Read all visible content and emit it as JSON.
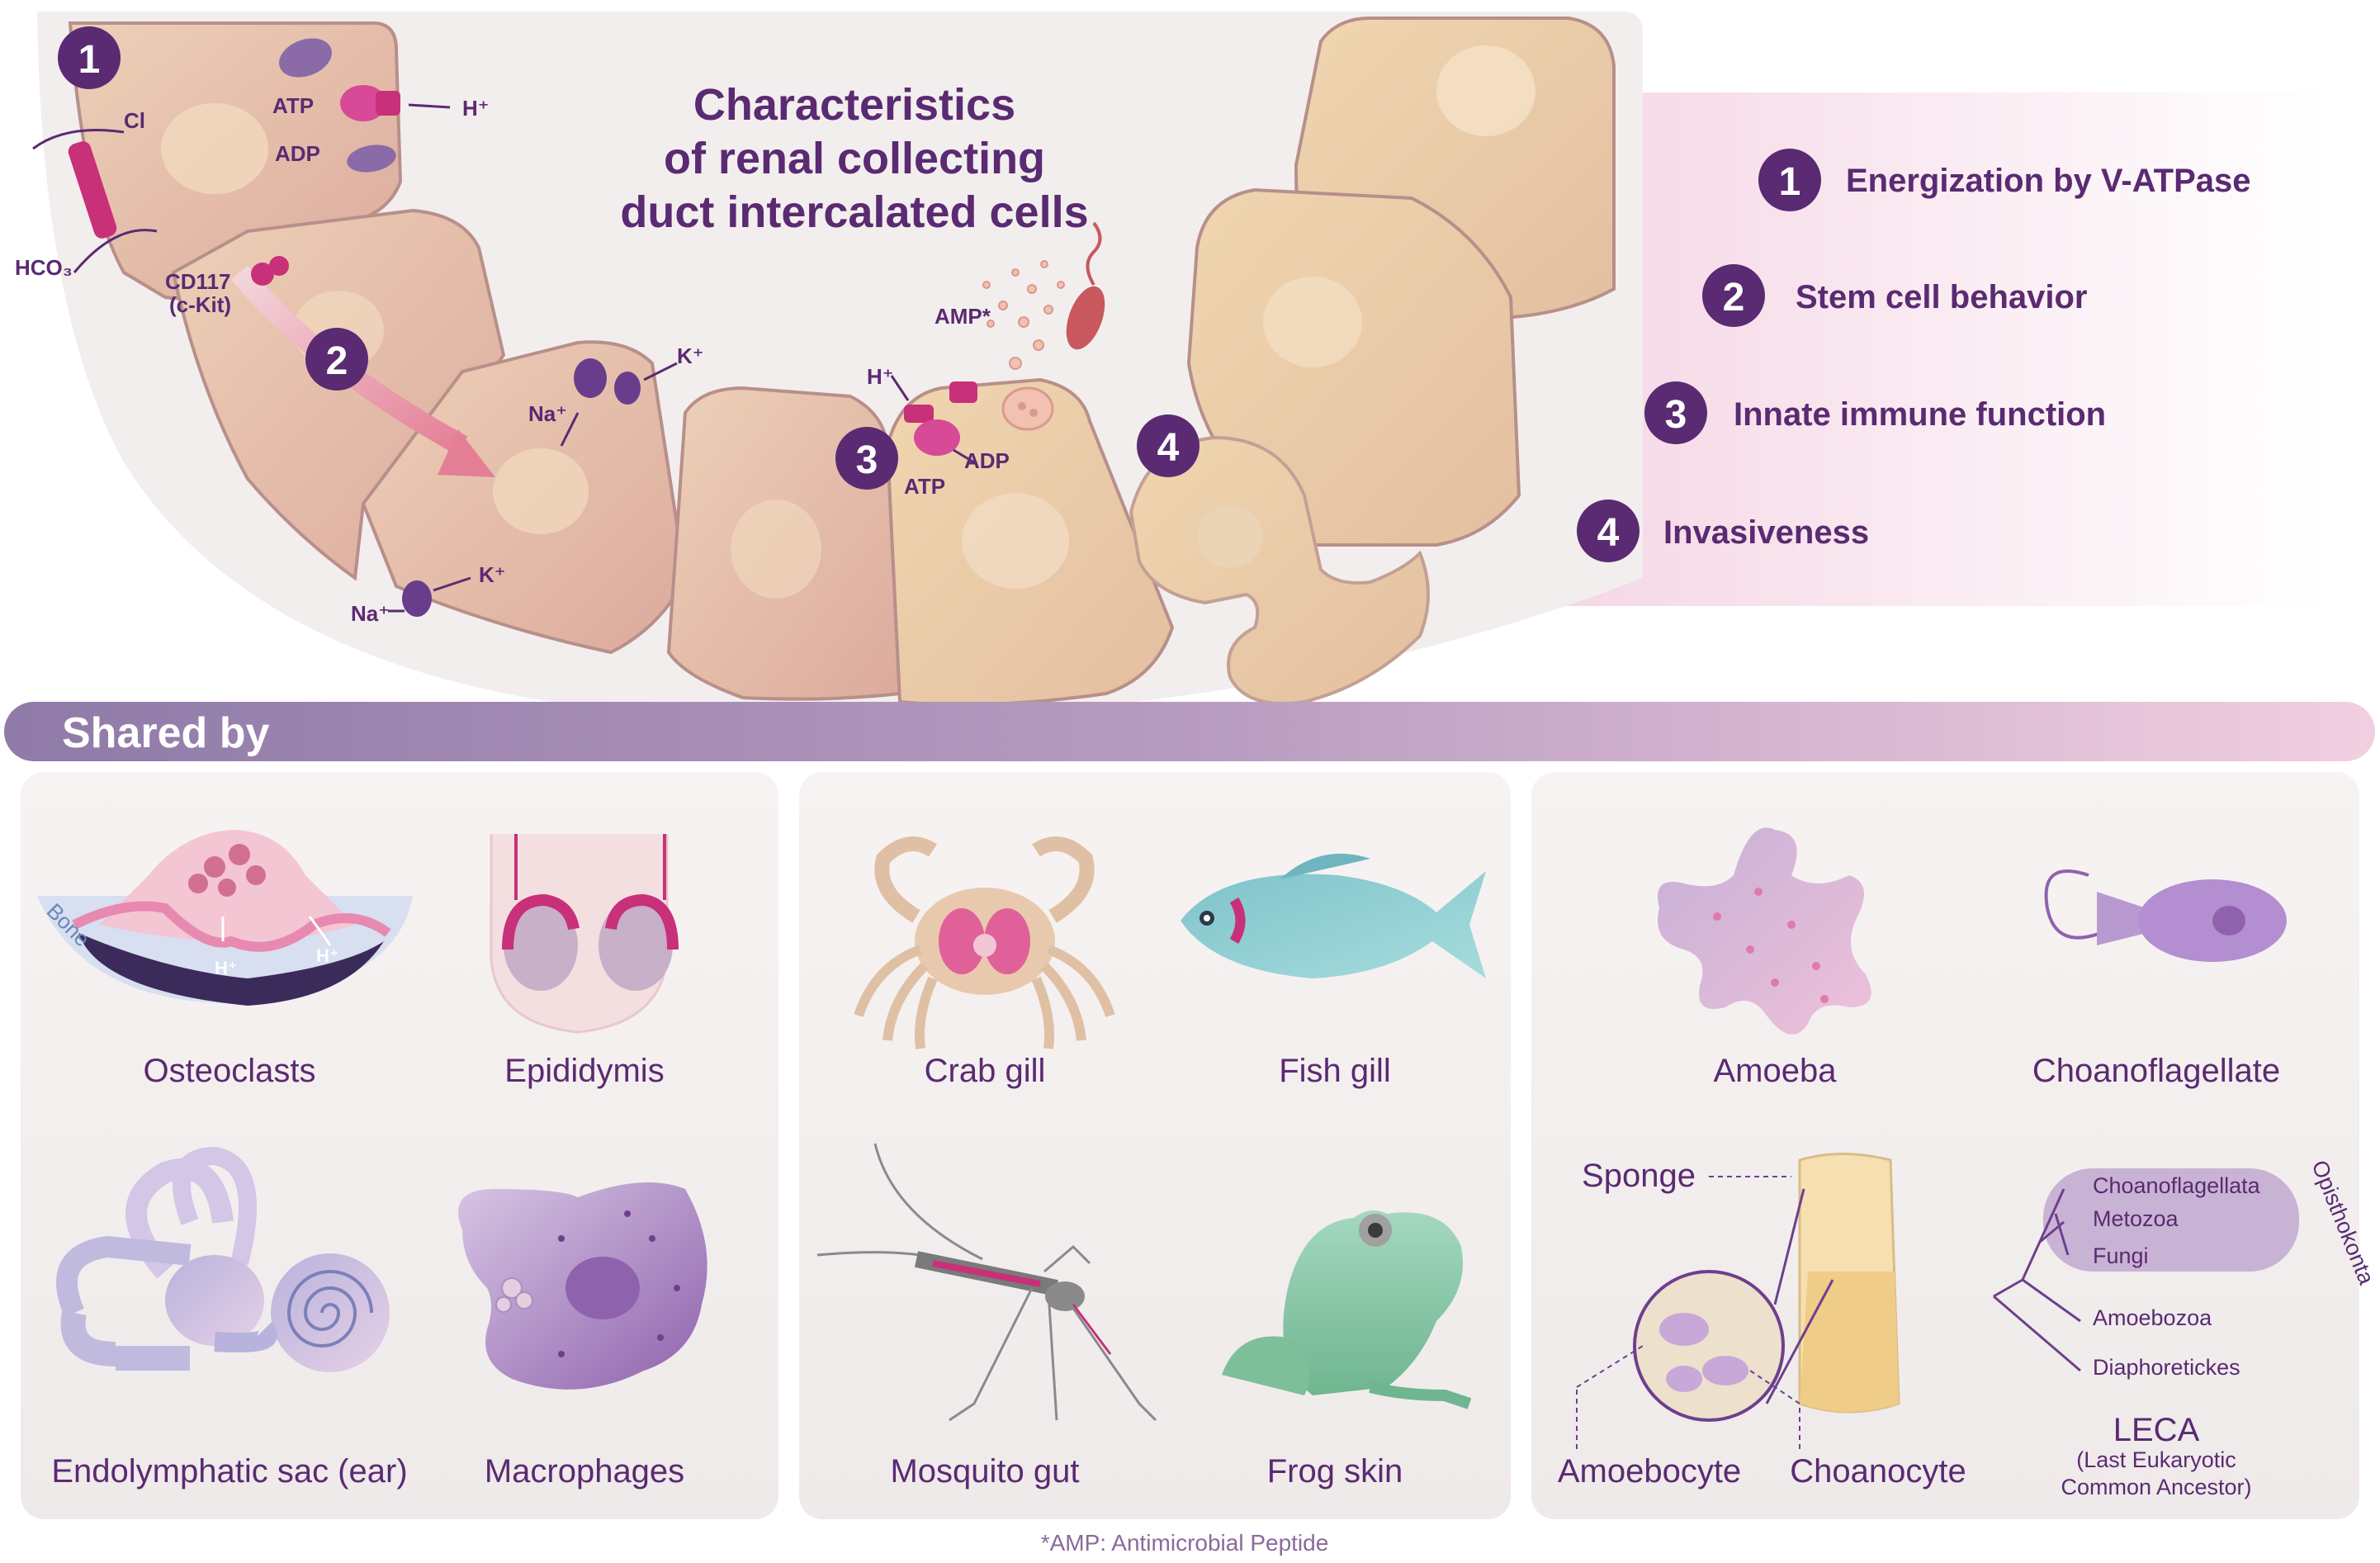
{
  "title": [
    "Characteristics",
    "of renal collecting",
    "duct intercalated cells"
  ],
  "legend": [
    {
      "num": "1",
      "label": "Energization by V-ATPase"
    },
    {
      "num": "2",
      "label": "Stem cell behavior"
    },
    {
      "num": "3",
      "label": "Innate immune function"
    },
    {
      "num": "4",
      "label": "Invasiveness"
    }
  ],
  "ions": {
    "cl": "Cl",
    "hco3": "HCO₃",
    "atp": "ATP",
    "adp": "ADP",
    "h": "H⁺",
    "cd117": "CD117",
    "ckit": "(c-Kit)",
    "na": "Na⁺",
    "k": "K⁺",
    "amp": "AMP*"
  },
  "shared_by": "Shared by",
  "bone_label": "Bone",
  "organisms": {
    "osteoclasts": "Osteoclasts",
    "epididymis": "Epididymis",
    "endolymphatic": "Endolymphatic sac (ear)",
    "macrophages": "Macrophages",
    "crab": "Crab gill",
    "fish": "Fish gill",
    "mosquito": "Mosquito gut",
    "frog": "Frog skin",
    "amoeba": "Amoeba",
    "choano": "Choanoflagellate",
    "sponge": "Sponge",
    "amoebocyte": "Amoebocyte",
    "choanocyte": "Choanocyte"
  },
  "tree": {
    "taxa": [
      "Choanoflagellata",
      "Metozoa",
      "Fungi",
      "Amoebozoa",
      "Diaphoretickes"
    ],
    "clade": "Opisthokonta",
    "root": "LECA",
    "root_sub": [
      "(Last Eukaryotic",
      "Common Ancestor)"
    ]
  },
  "footnote": "*AMP: Antimicrobial Peptide",
  "colors": {
    "purple": "#5a2a72",
    "cell": "#e3b8a4",
    "magenta": "#c8307a",
    "panel": "#f3efef"
  }
}
